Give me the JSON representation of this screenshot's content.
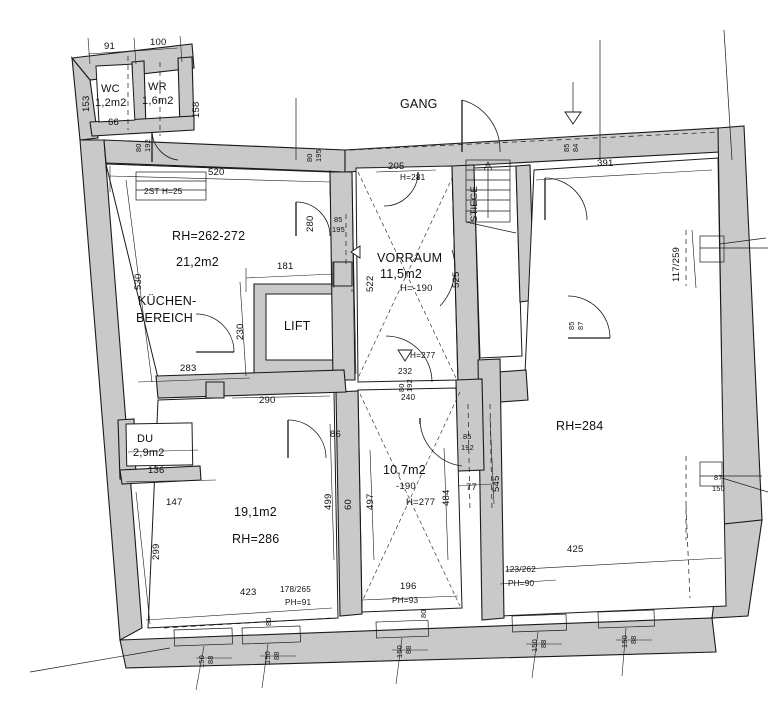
{
  "drawing": {
    "type": "architectural-floor-plan",
    "title_text": "",
    "units_note": "cm"
  },
  "rooms": [
    {
      "id": "wc",
      "name": "WC",
      "area": "1,2m2",
      "ceiling": ""
    },
    {
      "id": "wr",
      "name": "WR",
      "area": "1,6m2",
      "ceiling": ""
    },
    {
      "id": "kitchen",
      "name": "KÜCHEN-",
      "name2": "BEREICH",
      "area": "21,2m2",
      "ceiling": "RH=262-272"
    },
    {
      "id": "lift",
      "name": "LIFT",
      "area": "",
      "ceiling": ""
    },
    {
      "id": "vorraum",
      "name": "VORRAUM",
      "area": "11,5m2",
      "ceiling": "H=-190"
    },
    {
      "id": "gang",
      "name": "GANG",
      "area": "",
      "ceiling": ""
    },
    {
      "id": "stiege",
      "name": "STIEGE",
      "area": "",
      "ceiling": ""
    },
    {
      "id": "du",
      "name": "DU",
      "area": "2,9m2",
      "ceiling": ""
    },
    {
      "id": "room-19",
      "name": "",
      "area": "19,1m2",
      "ceiling": "RH=286"
    },
    {
      "id": "room-107",
      "name": "",
      "area": "10,7m2",
      "ceiling": "H=277"
    },
    {
      "id": "room-284",
      "name": "",
      "area": "",
      "ceiling": "RH=284"
    }
  ],
  "labels": {
    "wc_name": "WC",
    "wc_area": "1,2m2",
    "wr_name": "WR",
    "wr_area": "1,6m2",
    "gang": "GANG",
    "stiege": "STIEGE",
    "kitchen_rh": "RH=262-272",
    "kitchen_area": "21,2m2",
    "kitchen_name1": "KÜCHEN-",
    "kitchen_name2": "BEREICH",
    "lift": "LIFT",
    "vorraum_name": "VORRAUM",
    "vorraum_area": "11,5m2",
    "vorraum_h": "H=-190",
    "du_name": "DU",
    "du_area": "2,9m2",
    "room19_area": "19,1m2",
    "room19_rh": "RH=286",
    "room107_area": "10,7m2",
    "room107_h1": "-190",
    "room107_h2": "H=277",
    "room284_rh": "RH=284",
    "stair_note": "2ST H=25",
    "vorraum_h281": "H=281",
    "mid_h277": "H=277"
  },
  "dimensions": {
    "top_left_91": "91",
    "top_left_100": "100",
    "wc_left_153": "153",
    "wr_right_158": "158",
    "wc_66": "66",
    "wr_80_192": "80\n192",
    "kitchen_520": "520",
    "kitchen_530": "530",
    "kitchen_283": "283",
    "kitchen_181": "181",
    "lift_230": "230",
    "lift_290": "290",
    "door_280": "280",
    "door_85_195": "85\n195",
    "gang_80_195": "80\n195",
    "vorraum_205": "205",
    "vorraum_522": "522",
    "vorraum_525": "525",
    "mid_232": "232",
    "mid_80_192": "80\n192",
    "mid_240": "240",
    "du_136": "136",
    "du_147": "147",
    "room19_299": "299",
    "room19_423": "423",
    "room19_178_265": "178/265",
    "room19_ph91": "PH=91",
    "room19_499": "499",
    "room19_60": "60",
    "room19_86": "86",
    "room107_497": "497",
    "room107_484": "484",
    "room107_196": "196",
    "room107_ph93": "PH=93",
    "room107_545": "545",
    "room107_77": "77",
    "room107_85_192": "85\n192",
    "right_391": "391",
    "right_117_259": "117/259",
    "right_85_87": "85\n87",
    "right_425": "425",
    "right_123_262": "123/262",
    "right_ph90": "PH=90",
    "right_87_150": "87\n150",
    "right_top_85_84": "85\n84",
    "win_88_150": "88\n150",
    "win_80_192b": "80\n192"
  },
  "colors": {
    "wall": "#c9c9c9",
    "line": "#1a1a1a",
    "paper": "#ffffff"
  }
}
